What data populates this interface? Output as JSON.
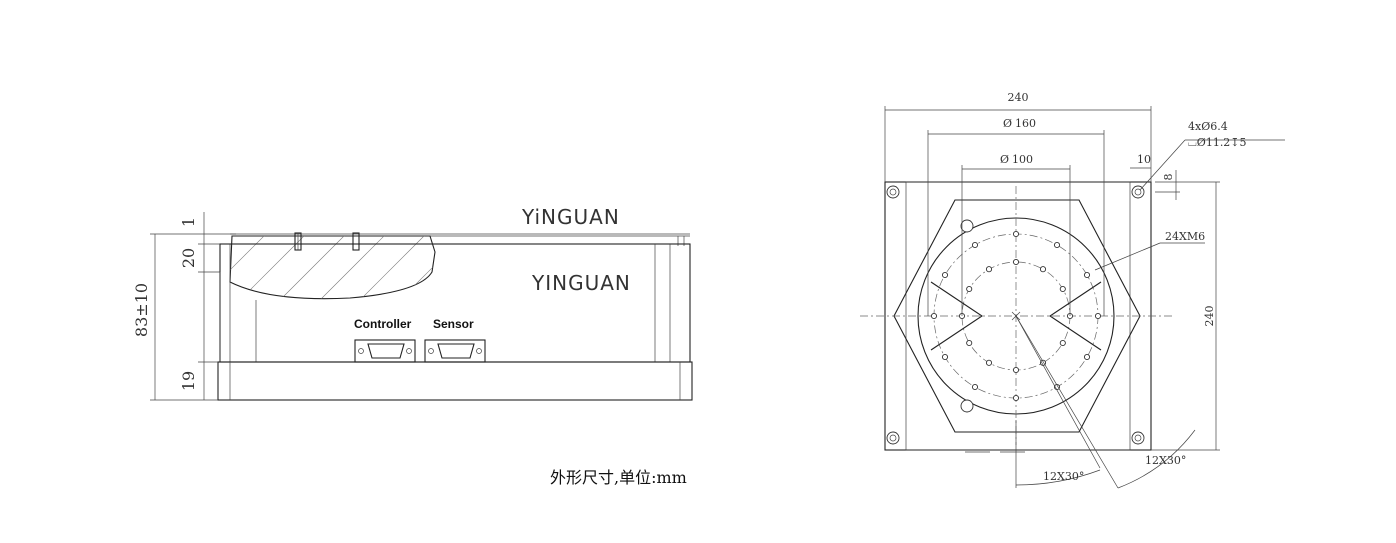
{
  "side_view": {
    "brand_top": "YiNGUAN",
    "brand_front": "YINGUAN",
    "controller_label": "Controller",
    "sensor_label": "Sensor",
    "dims": {
      "top_gap": "1",
      "top_plate": "20",
      "total_height": "83±10",
      "base": "19"
    }
  },
  "top_view": {
    "width": "240",
    "height": "240",
    "outer_diameter": "160",
    "inner_diameter": "100",
    "diameter_symbol": "Ø",
    "hole_spec_line1": "4xØ6.4",
    "hole_spec_line2": "⌴Ø11.2↧5",
    "edge_offset_x": "10",
    "edge_offset_y": "8",
    "thread_callout": "24XM6",
    "angle_callout_left": "12X30°",
    "angle_callout_right": "12X30°"
  },
  "caption": "外形尺寸,单位:mm"
}
